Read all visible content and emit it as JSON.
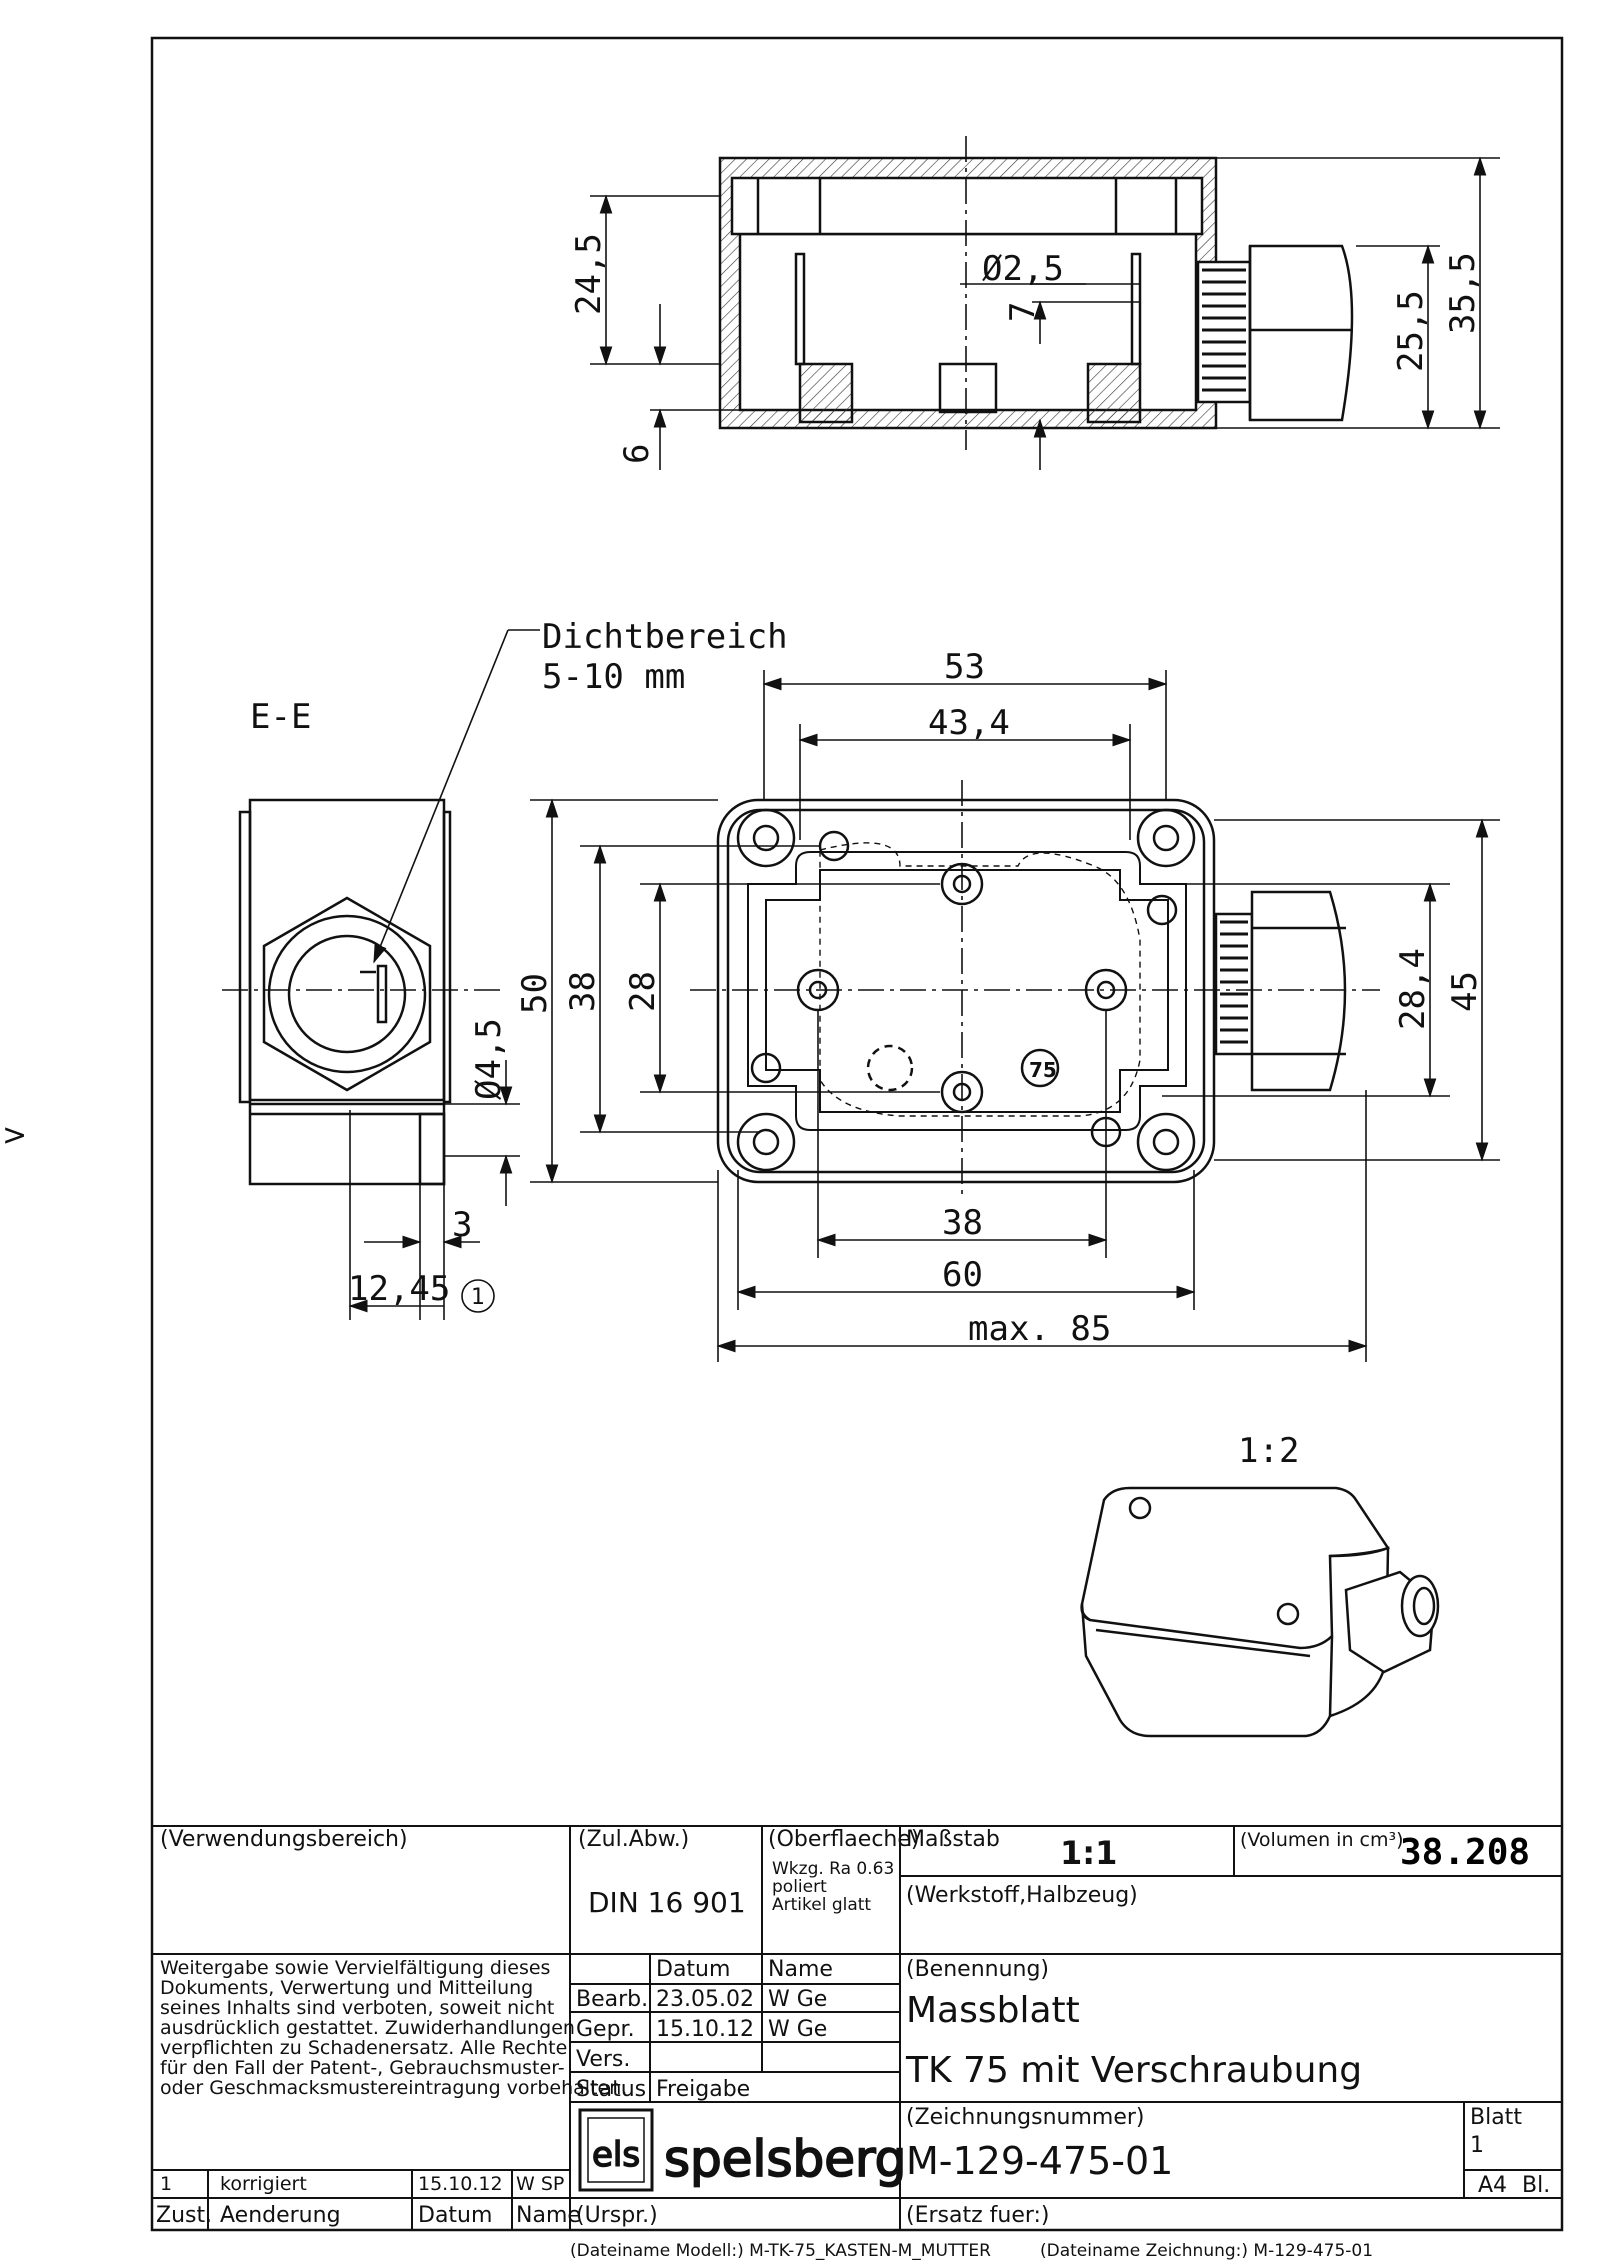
{
  "views": {
    "top": {
      "dims": {
        "d24_5": "24,5",
        "d6": "6",
        "dia2_5": "Ø2,5",
        "d7": "7",
        "d25_5": "25,5",
        "d35_5": "35,5"
      }
    },
    "side": {
      "title": "E-E",
      "seal_label_1": "Dichtbereich",
      "seal_label_2": "5-10 mm",
      "dims": {
        "dia4_5": "Ø4,5",
        "d3": "3",
        "d12_45": "12,45",
        "balloon": "1"
      }
    },
    "front": {
      "dims": {
        "d53": "53",
        "d43_4": "43,4",
        "d50": "50",
        "d38v": "38",
        "d28v": "28",
        "d45": "45",
        "d28_4": "28,4",
        "d38h": "38",
        "d60": "60",
        "dmax85": "max. 85"
      },
      "marking": "75"
    },
    "iso": {
      "scale": "1:2"
    },
    "left_mark": ">"
  },
  "title_block": {
    "verwendungsbereich": "(Verwendungsbereich)",
    "zul_abw": "(Zul.Abw.)",
    "din": "DIN 16 901",
    "oberflaeche": "(Oberflaeche)",
    "oberflaeche_l1": "Wkzg. Ra 0.63",
    "oberflaeche_l2": "poliert",
    "oberflaeche_l3": "Artikel glatt",
    "massstab_label": "Maßstab",
    "massstab": "1:1",
    "volumen_label": "(Volumen in cm³)",
    "volumen": "38.208",
    "werkstoff": "(Werkstoff,Halbzeug)",
    "notice": [
      "Weitergabe sowie Vervielfältigung dieses",
      "Dokuments, Verwertung und Mitteilung",
      "seines Inhalts sind verboten, soweit nicht",
      "ausdrücklich gestattet. Zuwiderhandlungen",
      "verpflichten zu Schadenersatz. Alle Rechte",
      "für den Fall der Patent-, Gebrauchsmuster-",
      "oder Geschmacksmustereintragung vorbehalten."
    ],
    "datum_label": "Datum",
    "name_label": "Name",
    "bearb": "Bearb.",
    "bearb_datum": "23.05.02",
    "bearb_name": "W Ge",
    "gepr": "Gepr.",
    "gepr_datum": "15.10.12",
    "gepr_name": "W Ge",
    "vers": "Vers.",
    "status": "Status",
    "status_val": "Freigabe",
    "benennung": "(Benennung)",
    "title1": "Massblatt",
    "title2": "TK 75 mit Verschraubung",
    "zeichnungsnummer_label": "(Zeichnungsnummer)",
    "zeichnungsnummer": "M-129-475-01",
    "blatt_label": "Blatt",
    "blatt": "1",
    "format": "A4",
    "bl": "Bl.",
    "logo": "spelsberg",
    "logo_els": "els",
    "rev_no": "1",
    "rev_text": "korrigiert",
    "rev_date": "15.10.12",
    "rev_name": "W SP",
    "zust": "Zust.",
    "aenderung": "Aenderung",
    "datum2": "Datum",
    "name2": "Name",
    "urspr": "(Urspr.)",
    "ersatz": "(Ersatz fuer:)",
    "file_model": "(Dateiname Modell:) M-TK-75_KASTEN-M_MUTTER",
    "file_drawing": "(Dateiname Zeichnung:) M-129-475-01"
  }
}
